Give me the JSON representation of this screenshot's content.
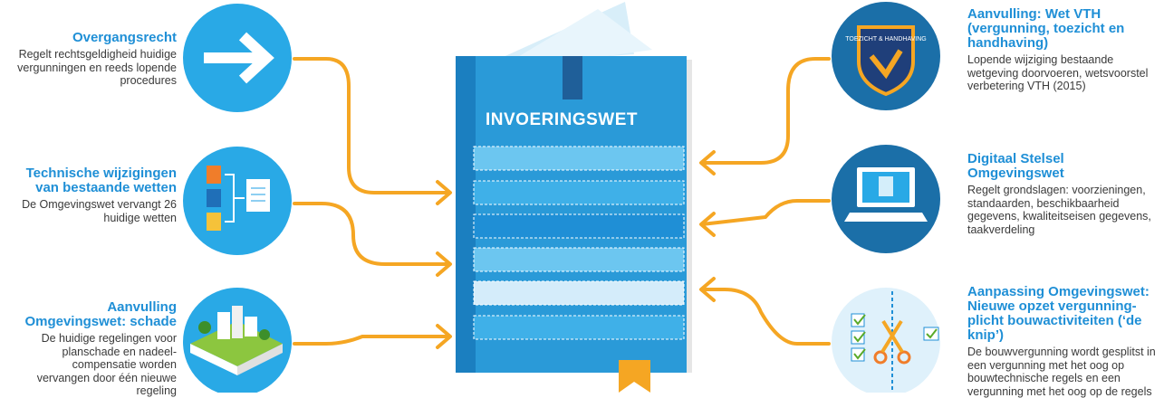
{
  "book": {
    "title": "INVOERINGSWET"
  },
  "left": [
    {
      "title": "Overgangsrecht",
      "desc": "Regelt rechtsgeldigheid huidige vergunningen en reeds lopende procedures",
      "icon": "arrow-right-icon"
    },
    {
      "title": "Technische wijzigingen van bestaande wetten",
      "desc": "De Omgevingswet vervangt 26 huidige wetten",
      "icon": "documents-icon"
    },
    {
      "title": "Aanvulling Omgevingswet: schade",
      "desc": "De huidige regelingen voor planschade en nadeel-compensatie worden vervangen door één nieuwe regeling",
      "icon": "city-landscape-icon"
    }
  ],
  "right": [
    {
      "title": "Aanvulling: Wet VTH (vergunning, toezicht en handhaving)",
      "desc": "Lopende wijziging bestaande wetgeving doorvoeren, wetsvoorstel verbetering VTH (2015)",
      "icon": "shield-badge-icon",
      "badge": "TOEZICHT & HANDHAVING"
    },
    {
      "title": "Digitaal Stelsel Omgevingswet",
      "desc": "Regelt grondslagen: voorzieningen, standaarden, beschikbaarheid gegevens, kwaliteitseisen gegevens, taakverdeling",
      "icon": "laptop-icon"
    },
    {
      "title": "Aanpassing Omgevingswet: Nieuwe opzet vergunning-plicht bouwactiviteiten (‘de knip’)",
      "desc": "De bouwvergunning wordt gesplitst in een vergunning met het oog op bouwtechnische regels en een vergunning met het oog op de regels",
      "icon": "scissors-checklist-icon"
    }
  ],
  "colors": {
    "accent": "#1f8fd6",
    "arrow": "#f5a623",
    "book": "#2a9ad8",
    "bookDark": "#1b6fa8",
    "circle": "#29a9e6"
  }
}
